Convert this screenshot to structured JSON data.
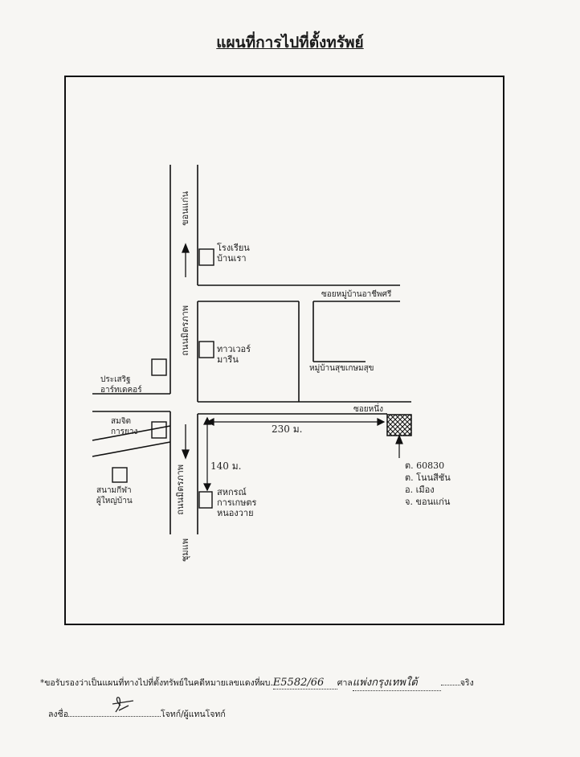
{
  "title": "แผนที่การไปที่ตั้งทรัพย์",
  "map": {
    "road_main_upper": "ถนนมิตรภาพ",
    "road_main_lower": "ถนนมิตรภาพ",
    "to_north": "ขอนแก่น",
    "to_south": "ชุมแพ",
    "soi_upper": "ซอยหมู่บ้านอาชีพศรี",
    "soi_lower": "ซอยหนึ่ง",
    "village_sign": "หมู่บ้านสุขเกษมสุข",
    "landmark_school": "โรงเรียน\nบ้านเรา",
    "landmark_tower": "ทาวเวอร์\nมารีน",
    "landmark_prasert": "ประเสริฐ\nอาร์ทเดคอร์",
    "landmark_somchit": "สมจิต\nการยาง",
    "landmark_field": "สนามกีฬา\nผู้ใหญ่บ้าน",
    "landmark_sahakorn": "สหกรณ์\nการเกษตร\nหนองวาย",
    "distance_horizontal": "230 ม.",
    "distance_vertical": "140 ม.",
    "parcel_info": "ต. 60830\nต. โนนสีชัน\nอ. เมือง\nจ. ขอนแก่น"
  },
  "footer": {
    "certify_prefix": "*ขอรับรองว่าเป็นแผนที่ทางไปที่ตั้งทรัพย์ในคดีหมายเลขแดงที่ผบ.",
    "case_number": "E5582/66",
    "court_label": "ศาล",
    "court_name": "แพ่งกรุงเทพใต้",
    "true_label": "จริง",
    "sign_label": "ลงชื่อ",
    "signer_role": "โจทก์/ผู้แทนโจทก์"
  }
}
